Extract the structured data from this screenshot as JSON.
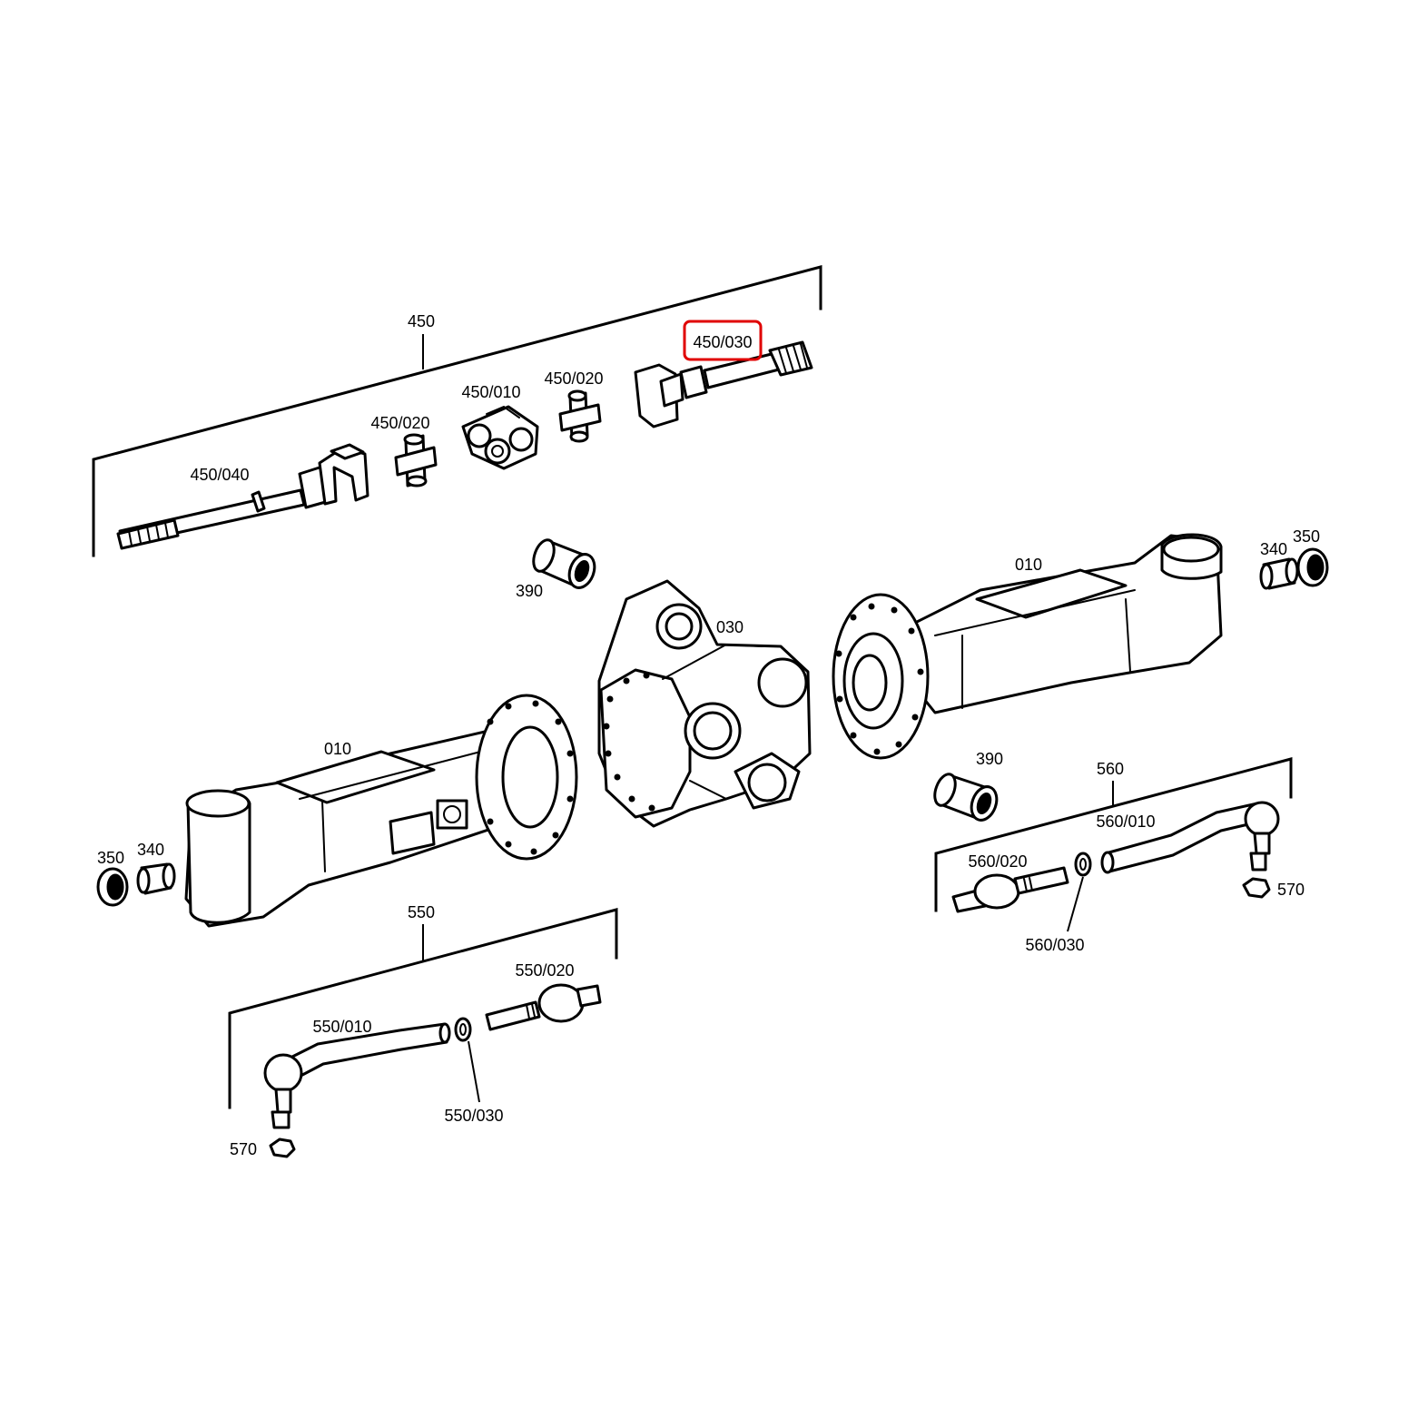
{
  "highlight_color": "#e00000",
  "highlighted_callout": "450/030",
  "callouts": {
    "c450": "450",
    "c450_030": "450/030",
    "c450_020_a": "450/020",
    "c450_010": "450/010",
    "c450_020_b": "450/020",
    "c450_040": "450/040",
    "c390_a": "390",
    "c030": "030",
    "c010_right": "010",
    "c340_right": "340",
    "c350_right": "350",
    "c390_b": "390",
    "c560": "560",
    "c560_010": "560/010",
    "c560_020": "560/020",
    "c560_030": "560/030",
    "c570_right": "570",
    "c010_left": "010",
    "c350_left": "350",
    "c340_left": "340",
    "c550": "550",
    "c550_020": "550/020",
    "c550_010": "550/010",
    "c550_030": "550/030",
    "c570_left": "570"
  }
}
